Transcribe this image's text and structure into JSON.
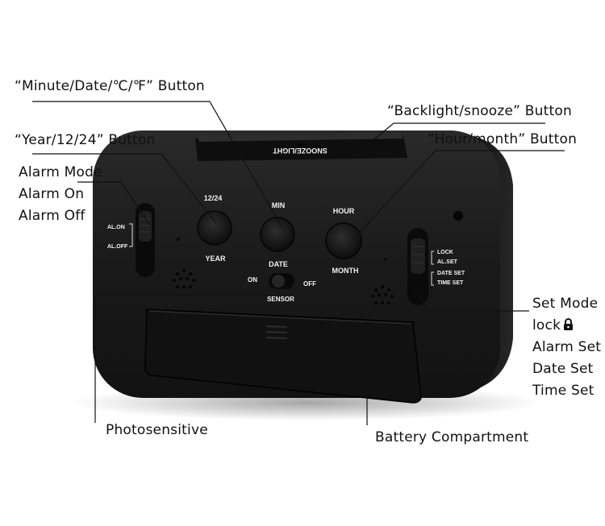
{
  "callouts": {
    "minute_date_temp": "“Minute/Date/℃/℉” Button",
    "backlight_snooze": "“Backlight/snooze” Button",
    "year_1224": "“Year/12/24” Button",
    "hour_month": "“Hour/month” Button",
    "alarm_mode": [
      "Alarm Mode",
      "Alarm On",
      "Alarm Off"
    ],
    "set_mode": [
      "Set Mode",
      "lock",
      "Alarm Set",
      "Date Set",
      "Time Set"
    ],
    "photosensitive": "Photosensitive",
    "battery": "Battery Compartment"
  },
  "device": {
    "top_button_text": "SNOOZE/LIGHT",
    "btn_1224": "12/24",
    "btn_year": "YEAR",
    "btn_min": "MIN",
    "btn_date": "DATE",
    "btn_hour": "HOUR",
    "btn_month": "MONTH",
    "sensor_on": "ON",
    "sensor_off": "OFF",
    "sensor_label": "SENSOR",
    "left_switch_on": "AL.ON",
    "left_switch_off": "AL.OFF",
    "right_switch": [
      "LOCK",
      "AL.SET",
      "DATE SET",
      "TIME SET"
    ]
  },
  "colors": {
    "body": "#1b1b1b",
    "body_edge": "#2b2b2b",
    "text": "#111111",
    "device_text": "#eeeeee"
  }
}
